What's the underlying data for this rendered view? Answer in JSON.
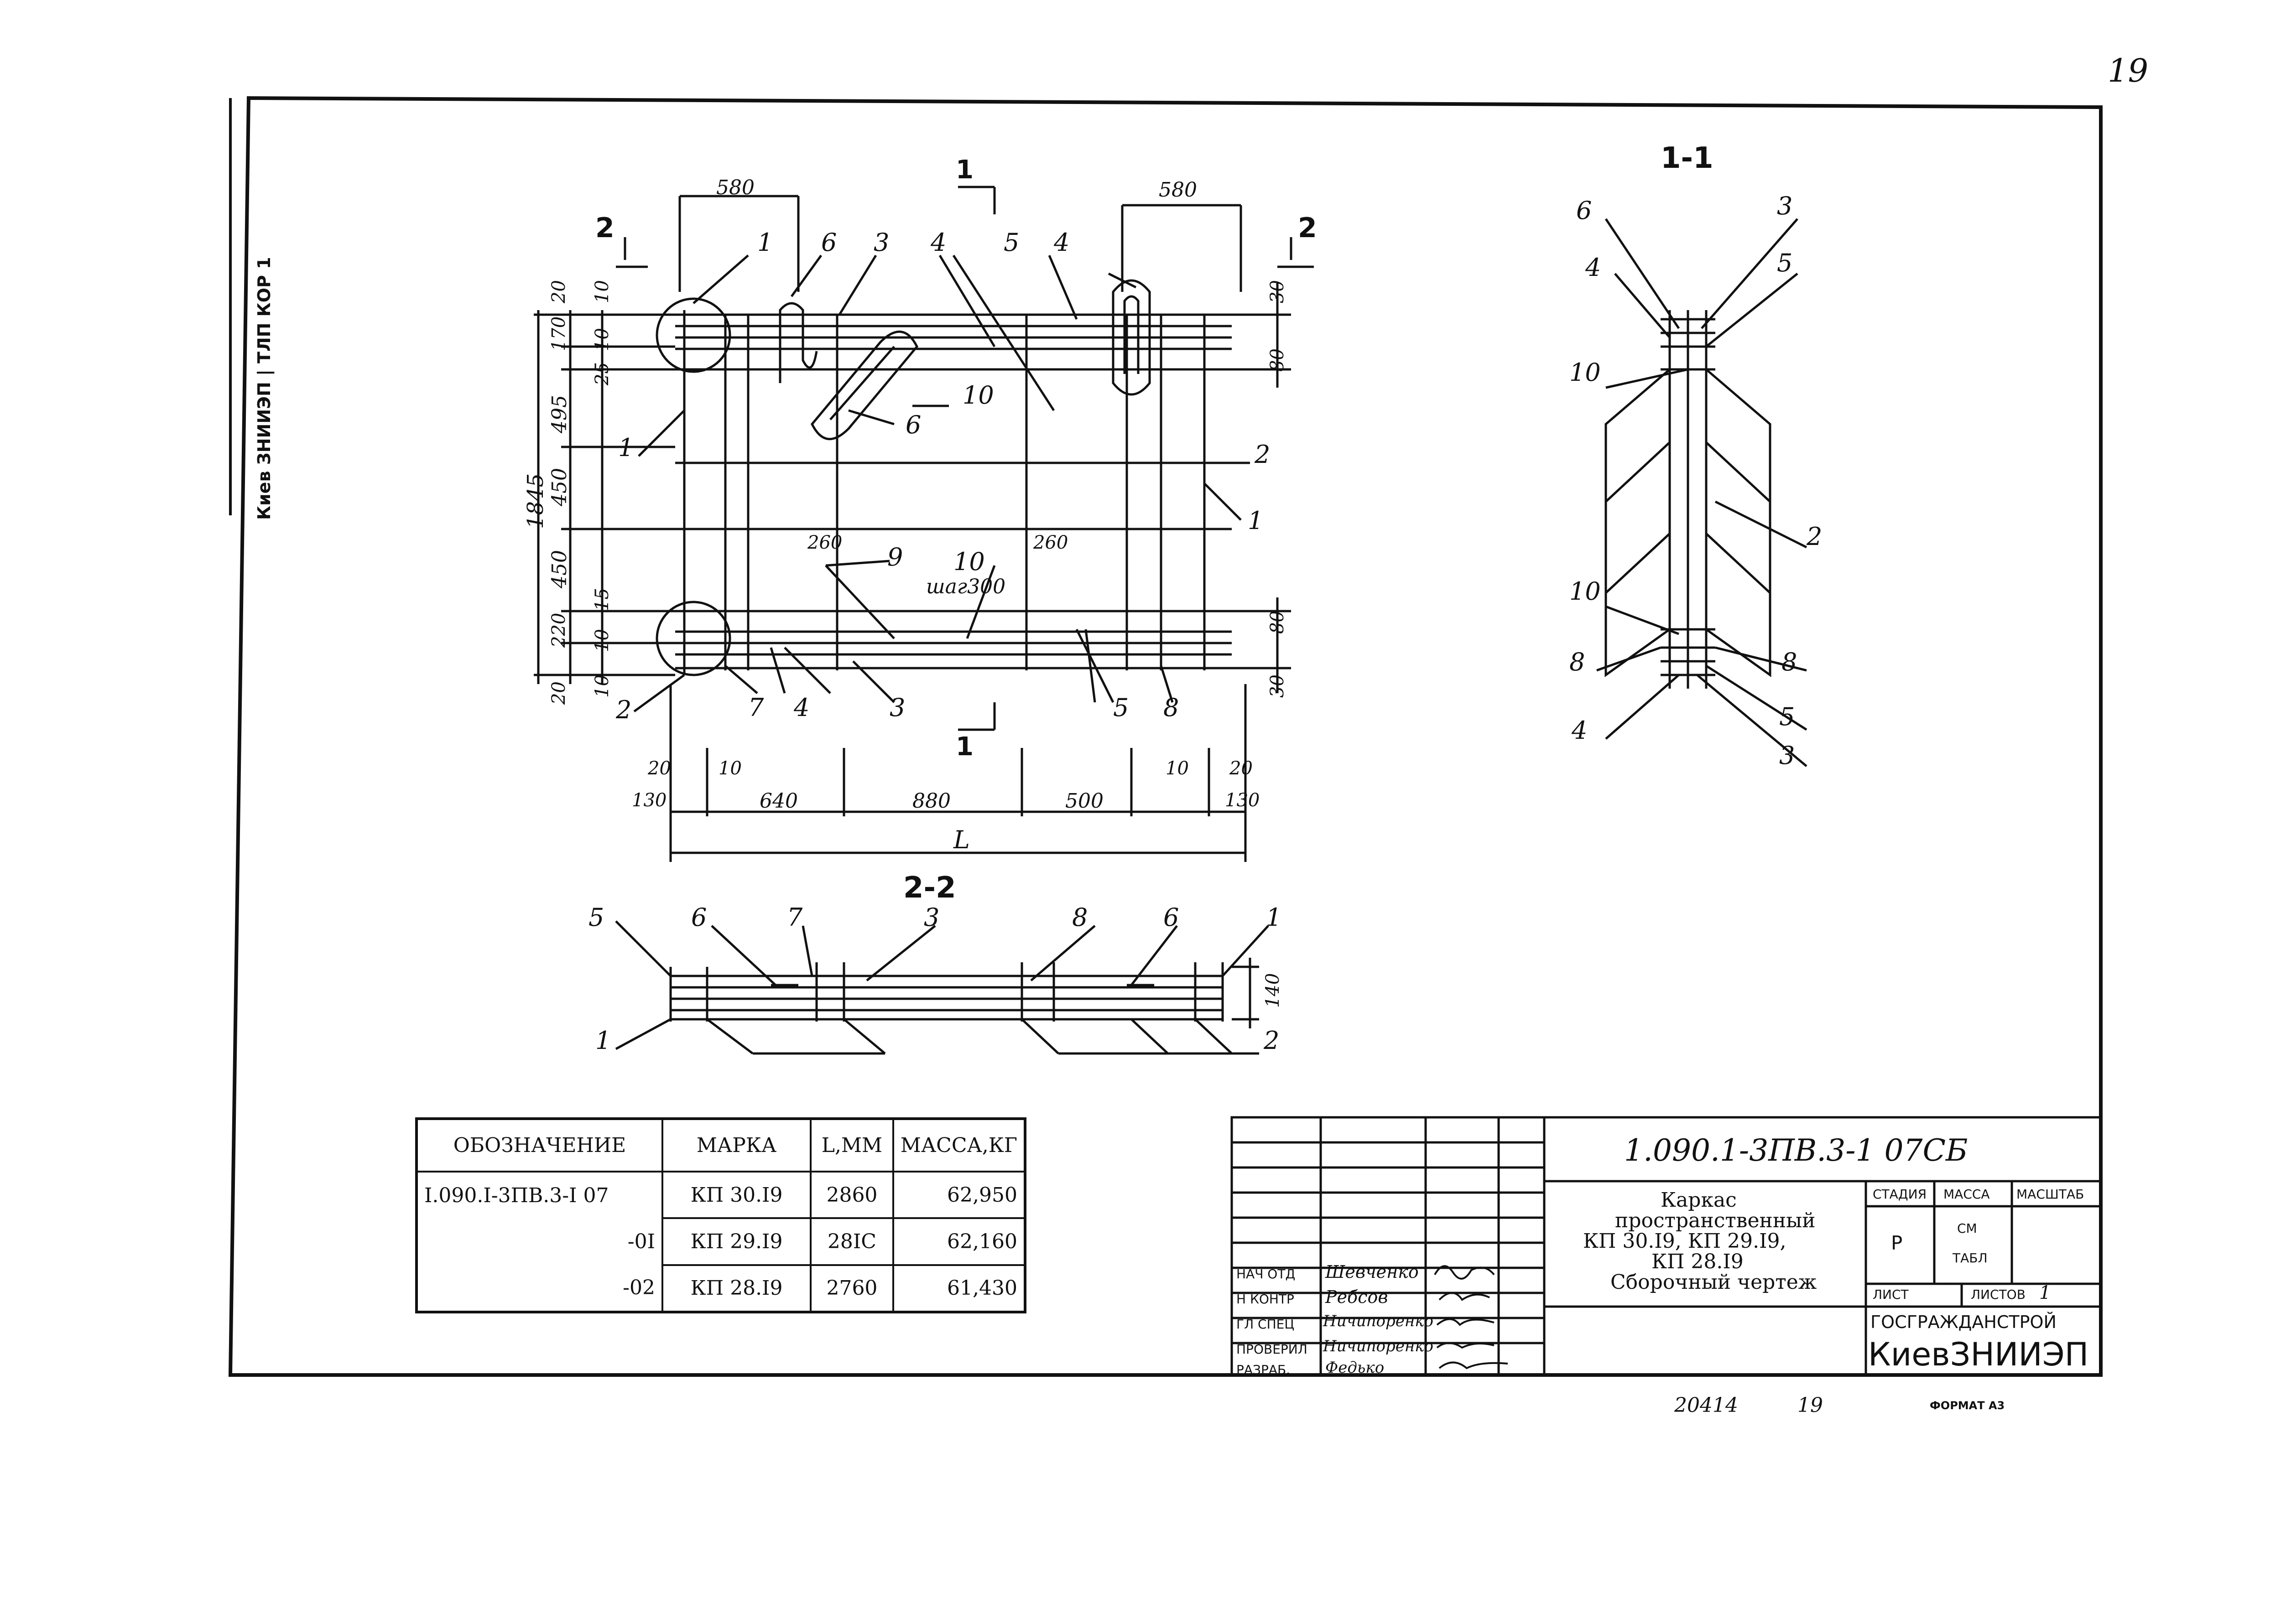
{
  "sheet_number": "19",
  "margin_stamp": "Киев ЗНИИЭП | ТЛП КОР 1",
  "sections": {
    "section_1_1": "1-1",
    "section_2_2": "2-2",
    "cut_mark_1": "1",
    "cut_mark_2": "2"
  },
  "plan_dimensions": {
    "top_left": "580",
    "top_right": "580",
    "left_total": "1845",
    "left_parts": [
      "20",
      "10",
      "170",
      "10",
      "25",
      "495",
      "450",
      "450",
      "15",
      "220",
      "10",
      "10",
      "20"
    ],
    "right_top": [
      "30",
      "80"
    ],
    "right_bottom": [
      "80",
      "30"
    ],
    "bottom_small_left": [
      "20",
      "10",
      "130"
    ],
    "bottom_small_right": [
      "10",
      "20",
      "130"
    ],
    "bottom_main": [
      "640",
      "880",
      "500"
    ],
    "overall": "L",
    "inner_260_left": "260",
    "inner_260_right": "260",
    "step": "шаг300",
    "elevation_140": "140"
  },
  "callouts": {
    "plan": [
      "1",
      "6",
      "3",
      "4",
      "5",
      "4",
      "1",
      "10",
      "6",
      "2",
      "1",
      "9",
      "10",
      "2",
      "7",
      "4",
      "3",
      "5",
      "8"
    ],
    "section_1_1": [
      "6",
      "3",
      "4",
      "5",
      "10",
      "2",
      "10",
      "8",
      "8",
      "4",
      "5",
      "3"
    ],
    "section_2_2": [
      "5",
      "6",
      "7",
      "3",
      "8",
      "6",
      "1",
      "1",
      "2"
    ]
  },
  "spec_table": {
    "headers": [
      "ОБОЗНАЧЕНИЕ",
      "МАРКА",
      "L,ММ",
      "МАССА,КГ"
    ],
    "rows": [
      {
        "designation": "I.090.I-3ПВ.3-I 07",
        "mark": "КП 30.I9",
        "length": "2860",
        "mass": "62,950"
      },
      {
        "designation": "-0I",
        "mark": "КП 29.I9",
        "length": "28IC",
        "mass": "62,160"
      },
      {
        "designation": "-02",
        "mark": "КП 28.I9",
        "length": "2760",
        "mass": "61,430"
      }
    ]
  },
  "title_block": {
    "code": "1.090.1-3ПВ.3-1   07СБ",
    "title_lines": [
      "Каркас",
      "пространственный",
      "КП 30.I9, КП 29.I9,",
      "КП 28.I9",
      "Сборочный чертеж"
    ],
    "stage_label": "СТАДИЯ",
    "mass_label": "МАССА",
    "scale_label": "МАСШТАБ",
    "stage_value": "Р",
    "mass_value_1": "СМ",
    "mass_value_2": "ТАБЛ",
    "sheet_label": "ЛИСТ",
    "sheets_label": "ЛИСТОВ",
    "sheets_value": "1",
    "organization_1": "ГОСГРАЖДАНСТРОЙ",
    "organization_2": "КиевЗНИИЭП",
    "roles": [
      "НАЧ ОТД",
      "Н КОНТР",
      "ГЛ СПЕЦ",
      "ПРОВЕРИЛ",
      "РАЗРАБ."
    ],
    "names": [
      "Шевченко",
      "Ребсов",
      "Ничипоренко",
      "Ничипоренко",
      "Федько"
    ]
  },
  "footer": {
    "inventory": "20414",
    "sheet": "19",
    "format": "ФОРМАТ А3"
  }
}
